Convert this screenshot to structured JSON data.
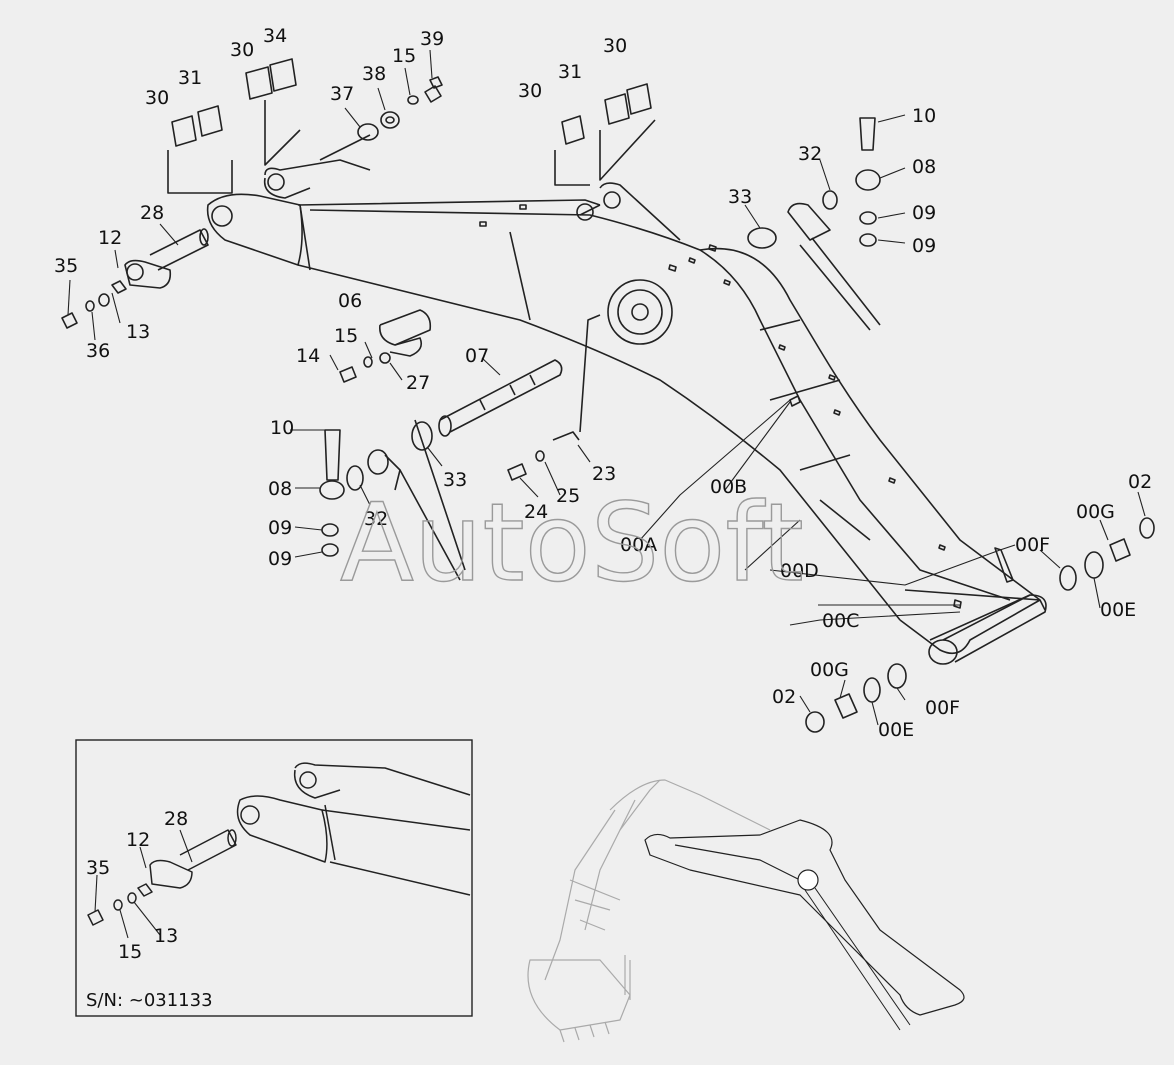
{
  "watermark": "AutoSoft",
  "serial_note": "S/N: ~031133",
  "labels": {
    "l30a": "30",
    "l31a": "31",
    "l30b": "30",
    "l34": "34",
    "l37": "37",
    "l38": "38",
    "l15a": "15",
    "l39": "39",
    "l30c": "30",
    "l31b": "31",
    "l30d": "30",
    "l10a": "10",
    "l32a": "32",
    "l08a": "08",
    "l33a": "33",
    "l09a": "09",
    "l09b": "09",
    "l28a": "28",
    "l12a": "12",
    "l35a": "35",
    "l36": "36",
    "l13a": "13",
    "l06": "06",
    "l15b": "15",
    "l14": "14",
    "l27": "27",
    "l07": "07",
    "l10b": "10",
    "l08b": "08",
    "l09c": "09",
    "l09d": "09",
    "l32b": "32",
    "l33b": "33",
    "l24": "24",
    "l25": "25",
    "l23": "23",
    "l00A": "00A",
    "l00B": "00B",
    "l00D": "00D",
    "l00C": "00C",
    "l00F_a": "00F",
    "l00G_a": "00G",
    "l02a": "02",
    "l00E_a": "00E",
    "l02b": "02",
    "l00G_b": "00G",
    "l00E_b": "00E",
    "l00F_b": "00F",
    "l28b": "28",
    "l12b": "12",
    "l35b": "35",
    "l15c": "15",
    "l13b": "13"
  }
}
